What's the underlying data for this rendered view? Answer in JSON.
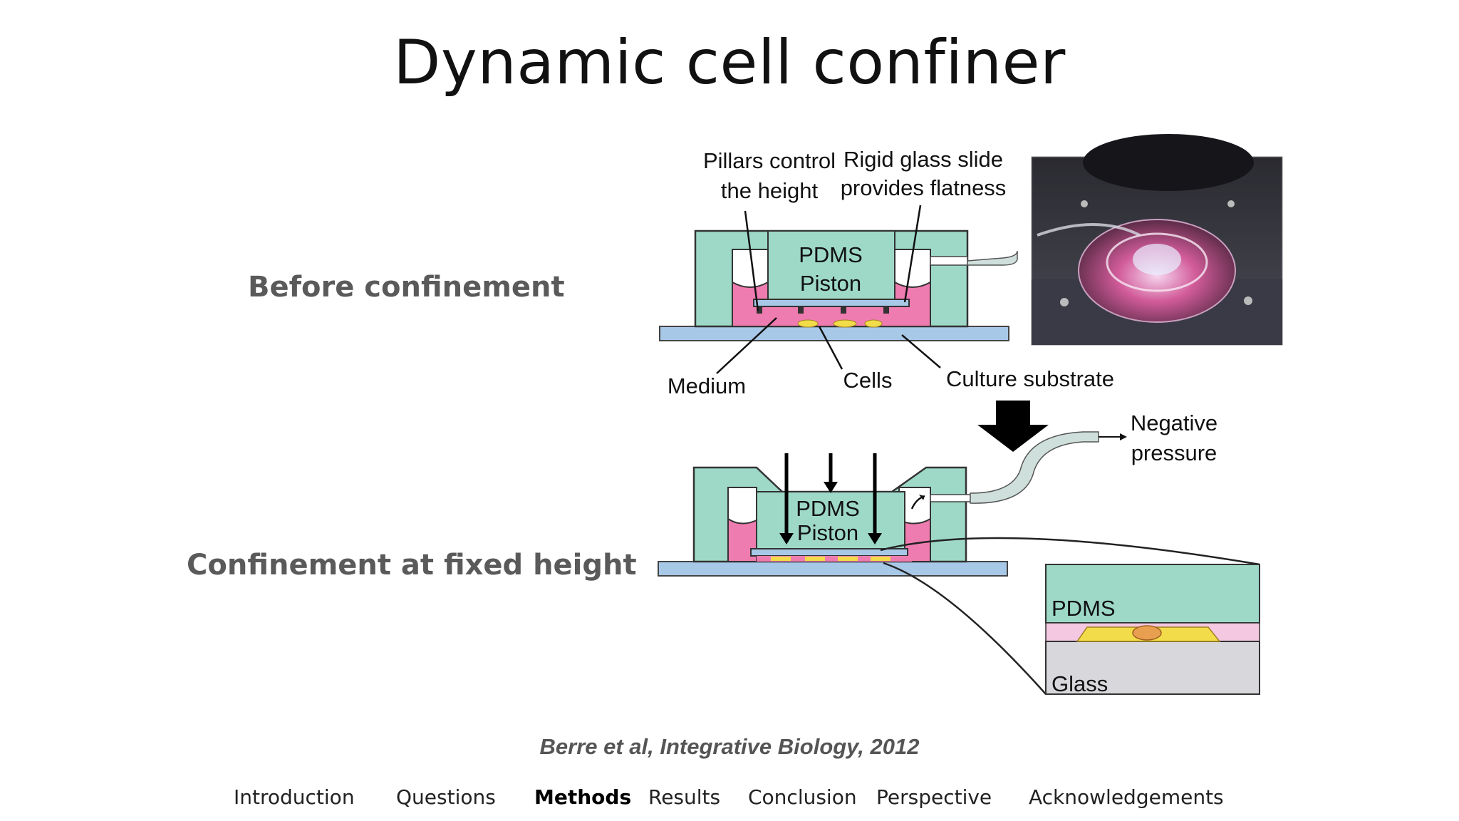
{
  "slide": {
    "title": "Dynamic cell confiner"
  },
  "labels": {
    "before": "Before confinement",
    "confined": "Confinement at fixed height"
  },
  "diagram": {
    "annotation_pillars_1": "Pillars control",
    "annotation_pillars_2": "the height",
    "annotation_glass_1": "Rigid glass slide",
    "annotation_glass_2": "provides flatness",
    "piston_1": "PDMS",
    "piston_2": "Piston",
    "medium": "Medium",
    "cells": "Cells",
    "substrate": "Culture substrate",
    "pressure_1": "Negative",
    "pressure_2": "pressure",
    "zoom_pdms": "PDMS",
    "zoom_glass": "Glass",
    "colors": {
      "pdms": "#9ed9c8",
      "medium": "#ef7cb0",
      "substrate": "#a8c8e8",
      "cell": "#f2dc4a",
      "nucleus": "#e8a050",
      "glass": "#d8d8dc"
    }
  },
  "photo": {
    "icon": "microscope-photo"
  },
  "citation": "Berre et al, Integrative Biology, 2012",
  "nav": {
    "items": [
      "Introduction",
      "Questions",
      "Methods",
      "Results",
      "Conclusion",
      "Perspective",
      "Acknowledgements"
    ],
    "active": "Methods"
  }
}
